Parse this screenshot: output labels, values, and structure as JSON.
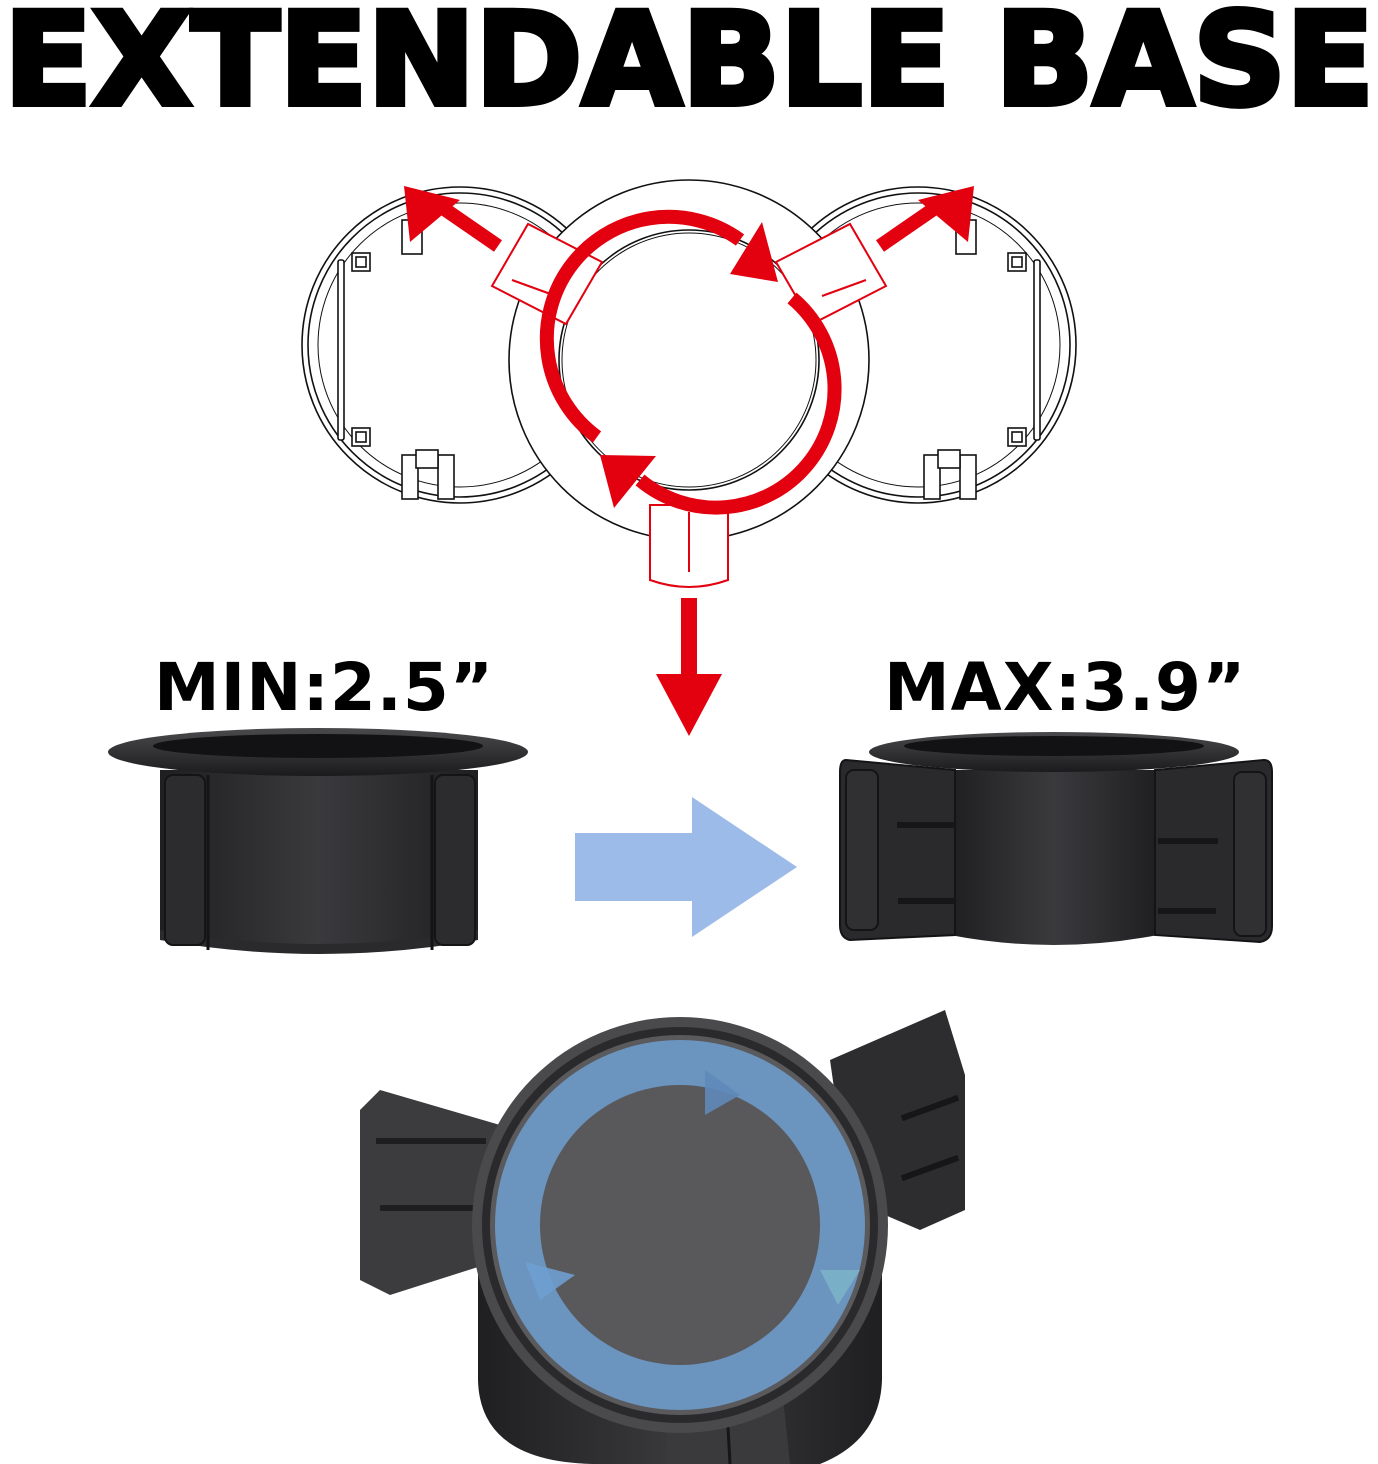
{
  "title": "EXTENDABLE BASE",
  "labels": {
    "min": "MIN:2.5”",
    "max": "MAX:3.9”"
  },
  "colors": {
    "background": "#ffffff",
    "title_text": "#000000",
    "red_arrow": "#e3000f",
    "blue_arrow": "#9dbbe8",
    "product_dark": "#2e2e30",
    "rotation_overlay": "#6f9fd0"
  },
  "illustrations": {
    "top_diagram": "extendable-base-schematic",
    "min_product": "cup-holder-base-retracted",
    "max_product": "cup-holder-base-extended",
    "bottom_product": "cup-holder-base-top-view-with-rotation"
  }
}
